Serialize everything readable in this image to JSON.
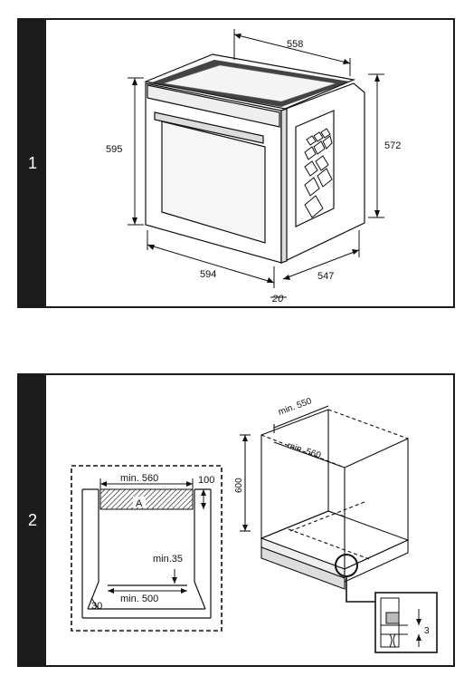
{
  "panel1": {
    "number": "1",
    "dims": {
      "top_depth": "558",
      "height_front": "595",
      "height_side": "572",
      "width_front": "594",
      "depth_side": "547",
      "offset": "20"
    }
  },
  "panel2": {
    "number": "2",
    "cutout": {
      "min_width": "min. 560",
      "top_gap": "100",
      "zone_label": "A",
      "min_35": "min.35",
      "min_500": "min. 500",
      "side_30": "30"
    },
    "cabinet": {
      "min_550": "min. 550",
      "min_560": "min. 560",
      "height_600": "600"
    },
    "detail": {
      "gap_3": "3"
    }
  }
}
